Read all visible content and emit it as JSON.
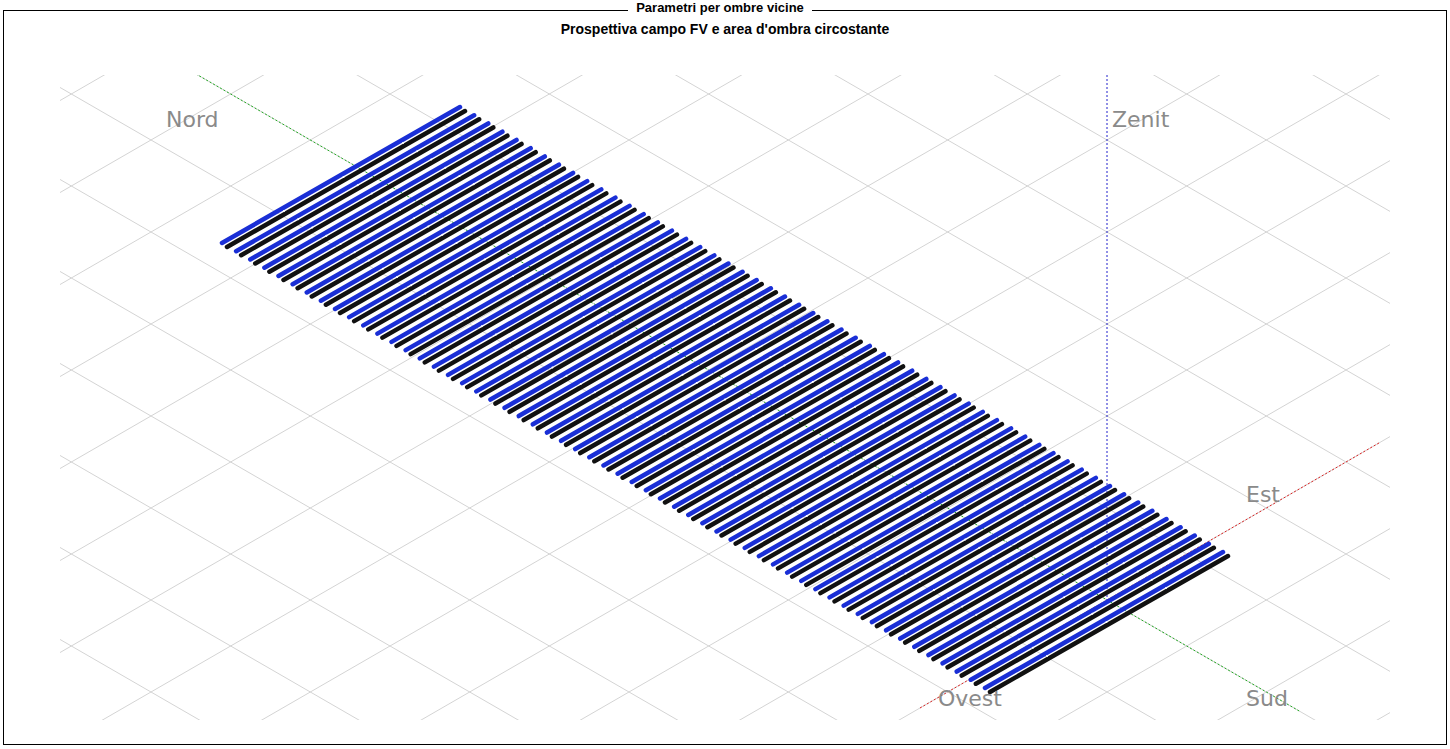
{
  "diagram": {
    "title": "Parametri per ombre vicine",
    "labels": [
      "Prospettiva campo FV e area d'ombra circostante",
      "Nord",
      "Zenit",
      "Est",
      "Ovest",
      "Sud"
    ]
  }
}
